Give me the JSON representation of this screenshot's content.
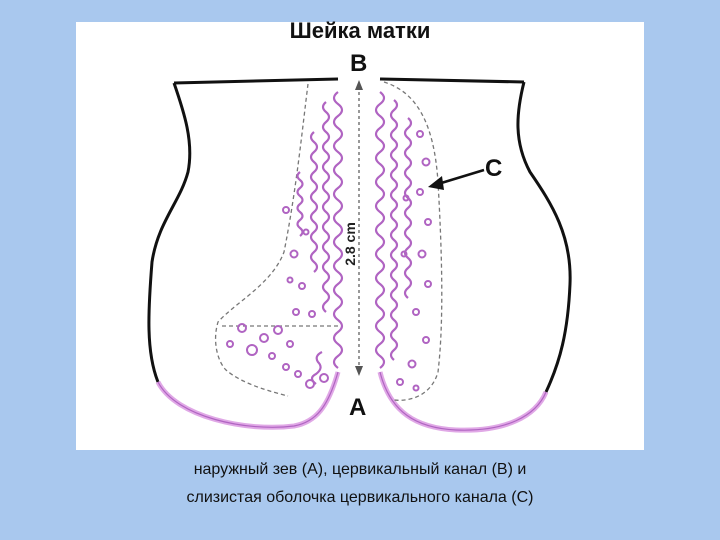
{
  "slide": {
    "title": "Шейка матки"
  },
  "diagram": {
    "labels": {
      "b": "B",
      "a": "A",
      "c": "C"
    },
    "measurement": "2.8 cm",
    "colors": {
      "outline": "#111111",
      "mucosa": "#b064c2",
      "epithelium": "#e0a8e6",
      "dashed": "#777777",
      "panel": "#ffffff",
      "background": "#a9c8ee"
    }
  },
  "caption": {
    "line1": "наружный зев (A), цервикальный канал (B) и",
    "line2": "слизистая оболочка цервикального канала (C)"
  }
}
